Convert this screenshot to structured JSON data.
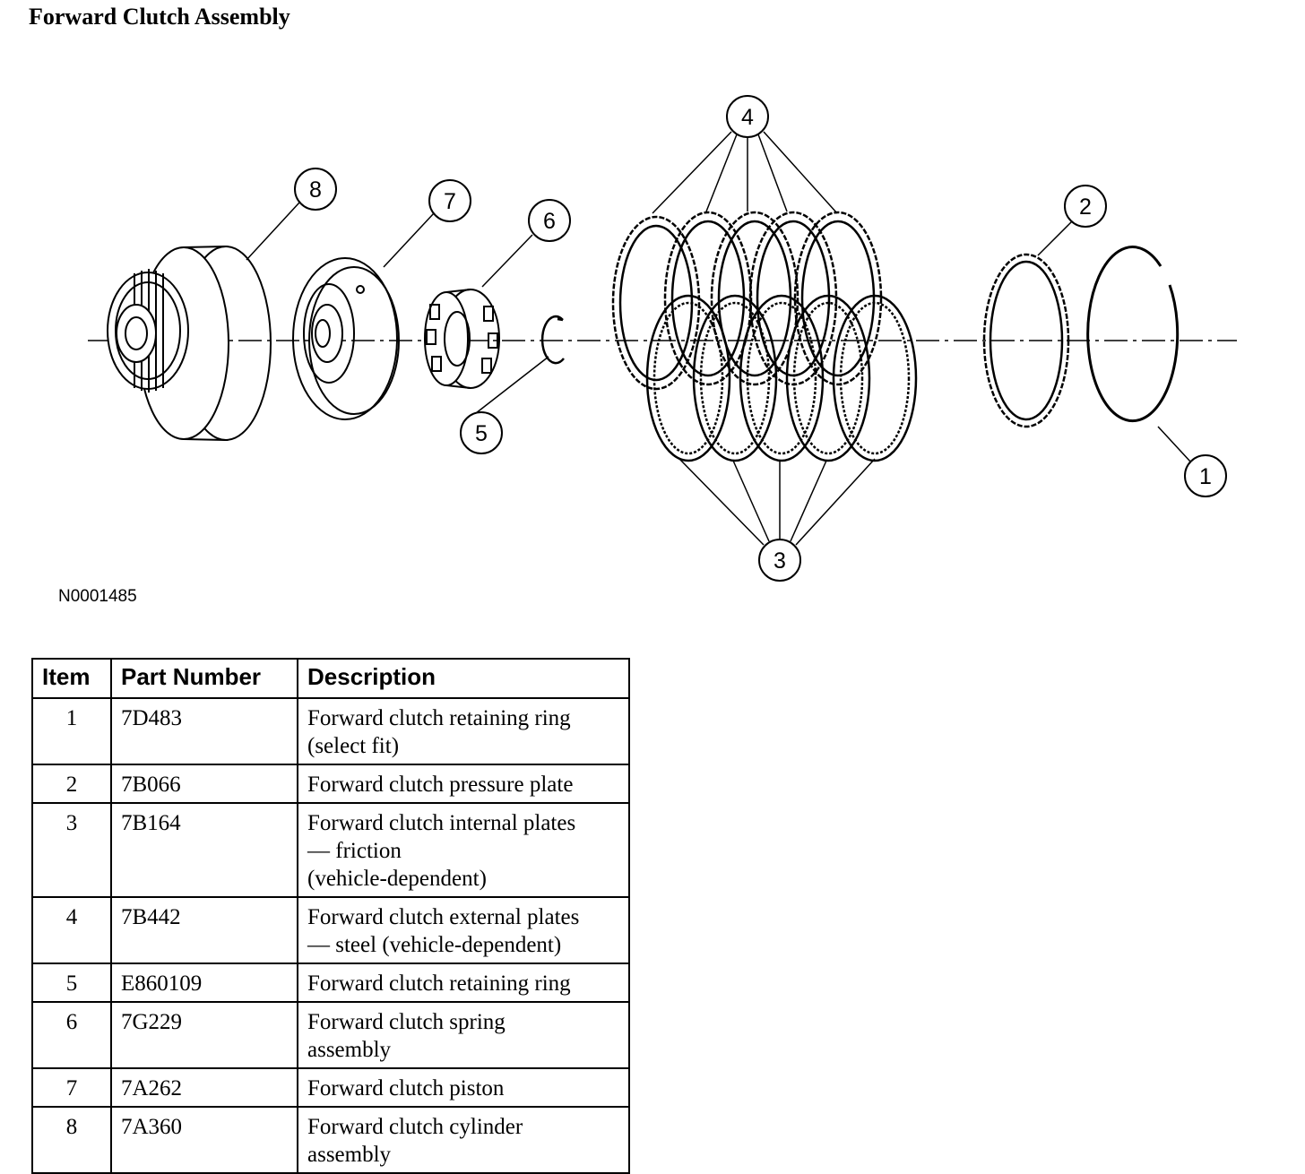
{
  "title": "Forward Clutch Assembly",
  "figure_id": "N0001485",
  "callouts": [
    "1",
    "2",
    "3",
    "4",
    "5",
    "6",
    "7",
    "8"
  ],
  "table": {
    "headers": [
      "Item",
      "Part Number",
      "Description"
    ],
    "rows": [
      {
        "item": "1",
        "part": "7D483",
        "desc": [
          "Forward clutch retaining ring",
          "(select fit)"
        ]
      },
      {
        "item": "2",
        "part": "7B066",
        "desc": [
          "Forward clutch pressure plate"
        ]
      },
      {
        "item": "3",
        "part": "7B164",
        "desc": [
          "Forward clutch internal plates",
          "— friction",
          "(vehicle-dependent)"
        ]
      },
      {
        "item": "4",
        "part": "7B442",
        "desc": [
          "Forward clutch external plates",
          "— steel (vehicle-dependent)"
        ]
      },
      {
        "item": "5",
        "part": "E860109",
        "desc": [
          "Forward clutch retaining ring"
        ]
      },
      {
        "item": "6",
        "part": "7G229",
        "desc": [
          "Forward clutch spring",
          "assembly"
        ]
      },
      {
        "item": "7",
        "part": "7A262",
        "desc": [
          "Forward clutch piston"
        ]
      },
      {
        "item": "8",
        "part": "7A360",
        "desc": [
          "Forward clutch cylinder",
          "assembly"
        ]
      }
    ]
  }
}
